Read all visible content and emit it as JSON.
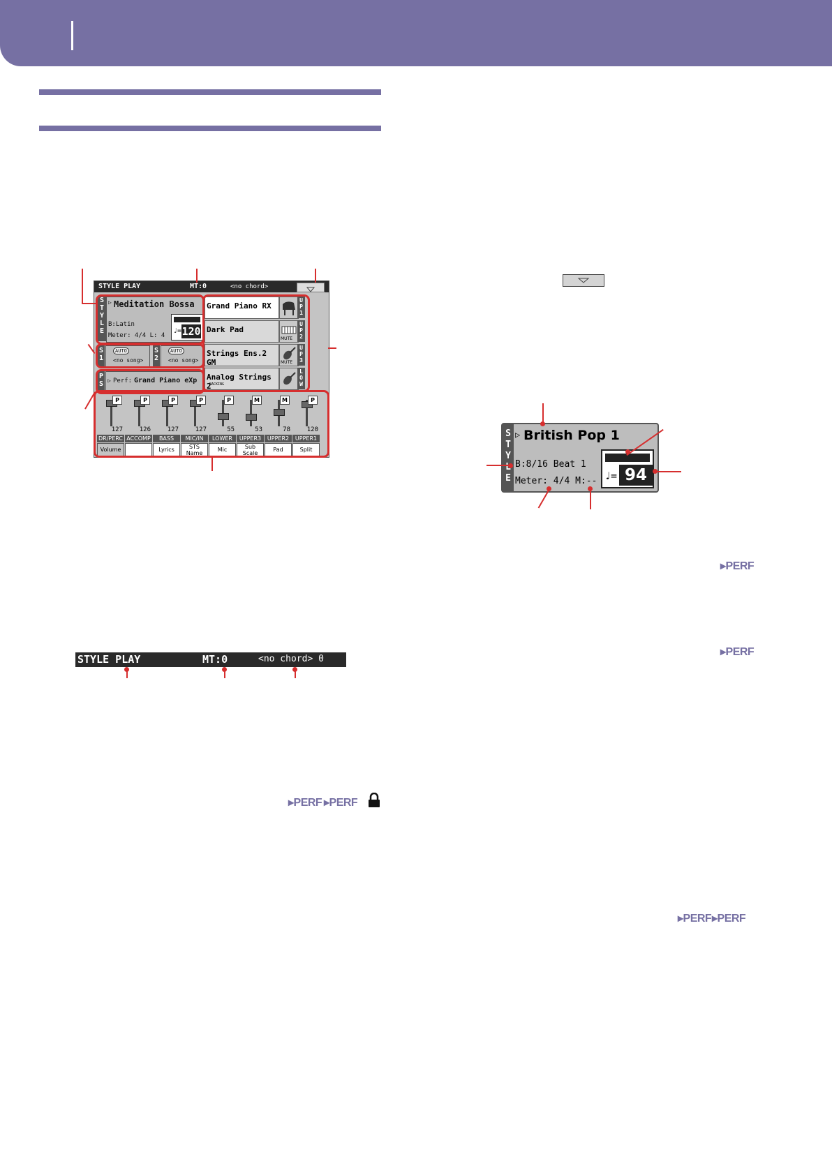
{
  "main_screen": {
    "title": "STYLE PLAY",
    "master_transpose": "MT:0",
    "chord": "<no chord>",
    "style": {
      "tab": "STYLE",
      "name": "Meditation Bossa",
      "bank": "B:Latin",
      "meter": "Meter: 4/4  L: 4",
      "tempo_prefix": "♩=",
      "tempo": "120"
    },
    "songs": [
      {
        "tab": "S1",
        "badge": "AUTO",
        "value": "<no song>"
      },
      {
        "tab": "S2",
        "badge": "AUTO",
        "value": "<no song>"
      }
    ],
    "performance": {
      "tab": "PS",
      "label": "Perf:",
      "name": "Grand Piano eXp"
    },
    "keyboard_tracks": [
      {
        "name": "Grand Piano RX",
        "tab": "UP1",
        "note": "",
        "icon": "grand-piano-icon"
      },
      {
        "name": "Dark Pad",
        "tab": "UP2",
        "note": "MUTE",
        "icon": "keyboard-icon"
      },
      {
        "name": "Strings Ens.2 GM",
        "tab": "UP3",
        "note": "MUTE",
        "icon": "violin-icon"
      },
      {
        "name": "Analog Strings 2",
        "tab": "LOW",
        "note": "BACKING",
        "icon": "violin-icon"
      }
    ],
    "mixer": [
      {
        "label": "DR/PERC",
        "value": "127",
        "badge": "P",
        "level": 1.0
      },
      {
        "label": "ACCOMP",
        "value": "126",
        "badge": "P",
        "level": 0.99
      },
      {
        "label": "BASS",
        "value": "127",
        "badge": "P",
        "level": 1.0
      },
      {
        "label": "MIC/IN",
        "value": "127",
        "badge": "P",
        "level": 1.0
      },
      {
        "label": "LOWER",
        "value": "55",
        "badge": "P",
        "level": 0.43
      },
      {
        "label": "UPPER3",
        "value": "53",
        "badge": "M",
        "level": 0.42
      },
      {
        "label": "UPPER2",
        "value": "78",
        "badge": "M",
        "level": 0.61
      },
      {
        "label": "UPPER1",
        "value": "120",
        "badge": "P",
        "level": 0.94
      }
    ],
    "tabs": [
      "Volume",
      "",
      "Lyrics",
      "STS Name",
      "Mic",
      "Sub Scale",
      "Pad",
      "Split"
    ]
  },
  "title_bar_detail": {
    "title": "STYLE PLAY",
    "master_transpose": "MT:0",
    "chord": "<no chord> 0"
  },
  "style_area_detail": {
    "tab": "STYLE",
    "name": "British Pop 1",
    "bank": "B:8/16 Beat 1",
    "meter": "Meter: 4/4  M:--",
    "tempo_prefix": "♩=",
    "tempo": "94"
  },
  "perf_markers": {
    "p1": "PERF",
    "p2": "PERF",
    "p3": "PERF",
    "p4": "PERF",
    "p5": "PERF",
    "p6": "PERF"
  }
}
